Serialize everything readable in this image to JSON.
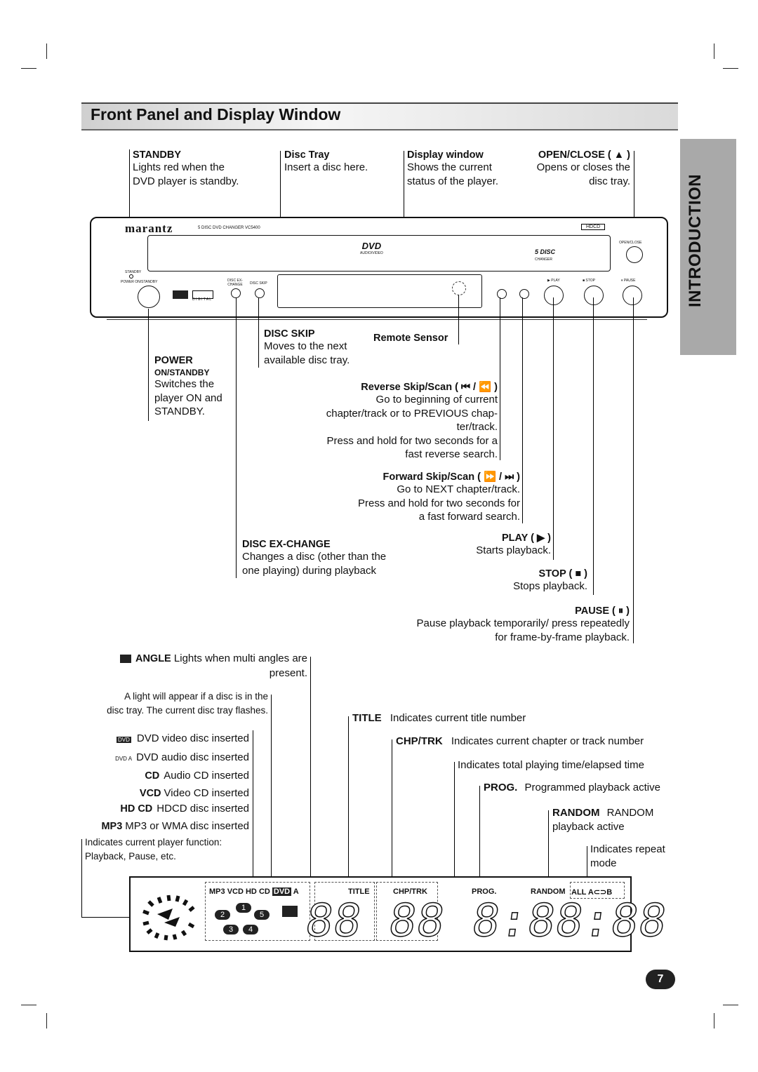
{
  "page": {
    "section_title": "Front Panel and Display Window",
    "side_tab": "INTRODUCTION",
    "page_number": "7"
  },
  "labels": {
    "standby": {
      "title": "STANDBY",
      "desc1": "Lights red when the",
      "desc2": "DVD player is standby."
    },
    "disc_tray": {
      "title": "Disc Tray",
      "desc1": "Insert a disc here."
    },
    "display_window": {
      "title": "Display window",
      "desc1": "Shows the current",
      "desc2": "status of the player."
    },
    "open_close": {
      "title": "OPEN/CLOSE ( ▲ )",
      "desc1": "Opens or closes the",
      "desc2": "disc tray."
    },
    "power": {
      "title": "POWER",
      "subtitle": "ON/STANDBY",
      "desc1": "Switches the",
      "desc2": "player ON and",
      "desc3": "STANDBY."
    },
    "disc_skip": {
      "title": "DISC SKIP",
      "desc1": "Moves to the next",
      "desc2": "available disc tray."
    },
    "remote_sensor": {
      "title": "Remote Sensor"
    },
    "reverse": {
      "title": "Reverse Skip/Scan ( ⏮ / ⏪ )",
      "desc1": "Go to beginning of current",
      "desc2": "chapter/track or to PREVIOUS chap-",
      "desc3": "ter/track.",
      "desc4": "Press and hold for two seconds for a",
      "desc5": "fast reverse search."
    },
    "forward": {
      "title": "Forward Skip/Scan ( ⏩ / ⏭ )",
      "desc1": "Go to NEXT chapter/track.",
      "desc2": "Press and hold for two seconds for",
      "desc3": "a fast forward search."
    },
    "disc_exchange": {
      "title": "DISC EX-CHANGE",
      "desc1": "Changes a disc (other than the",
      "desc2": "one playing) during playback"
    },
    "play": {
      "title": "PLAY ( ▶ )",
      "desc1": "Starts playback."
    },
    "stop": {
      "title": "STOP ( ■ )",
      "desc1": "Stops playback."
    },
    "pause": {
      "title": "PAUSE ( ⏸ )",
      "desc1": "Pause playback temporarily/ press repeatedly",
      "desc2": "for frame-by-frame playback."
    }
  },
  "display_labels": {
    "angle": {
      "title": "ANGLE",
      "desc1": "Lights when multi angles are",
      "desc2": "present."
    },
    "disc_light": {
      "desc1": "A light will appear if a disc is in the",
      "desc2": "disc tray. The current disc tray flashes."
    },
    "disc_types": [
      {
        "icon": "DVD",
        "text": "DVD video disc inserted"
      },
      {
        "icon": "DVD A",
        "text": "DVD audio disc inserted"
      },
      {
        "icon": "CD",
        "text": "Audio CD inserted"
      },
      {
        "icon": "VCD",
        "text": "Video CD inserted"
      },
      {
        "icon": "HD CD",
        "text": "HDCD disc inserted"
      },
      {
        "icon": "MP3",
        "text": "MP3 or WMA disc inserted"
      }
    ],
    "function": {
      "desc1": "Indicates current player function:",
      "desc2": "Playback, Pause, etc."
    },
    "title": {
      "key": "TITLE",
      "desc": "Indicates current title number"
    },
    "chptrk": {
      "key": "CHP/TRK",
      "desc": "Indicates current chapter or track number"
    },
    "time": {
      "desc": "Indicates total playing time/elapsed time"
    },
    "prog": {
      "key": "PROG.",
      "desc": "Programmed playback active"
    },
    "random": {
      "key": "RANDOM",
      "desc1": "RANDOM",
      "desc2": "playback active"
    },
    "repeat": {
      "desc1": "Indicates repeat",
      "desc2": "mode"
    }
  },
  "device_panel": {
    "brand": "marantz",
    "model": "5 DISC DVD CHANGER  VC5400",
    "hdcd": "HDCD",
    "standby": "STANDBY",
    "power": "POWER  ON/STANDBY",
    "disc_exchange": "DISC EX-CHANGE",
    "disc_skip": "DISC SKIP",
    "play": "▶ PLAY",
    "stop": "■ STOP",
    "pause": "⏸ PAUSE",
    "open_close": "OPEN/CLOSE",
    "dvd_logo": "DVD",
    "dvd_sub": "AUDIO/VIDEO",
    "disc5": "5 DISC",
    "changer": "CHANGER",
    "digital": "D I G I T A L"
  },
  "display_window": {
    "indicators": [
      "MP3",
      "VCD",
      "HD",
      "CD",
      "DVD",
      "A"
    ],
    "title": "TITLE",
    "chptrk": "CHP/TRK",
    "prog": "PROG.",
    "random": "RANDOM",
    "repeat": "ALL  A⊂⊃B",
    "disc_numbers": [
      "1",
      "2",
      "3",
      "4",
      "5"
    ],
    "segments": "88 88 8:88:88"
  }
}
